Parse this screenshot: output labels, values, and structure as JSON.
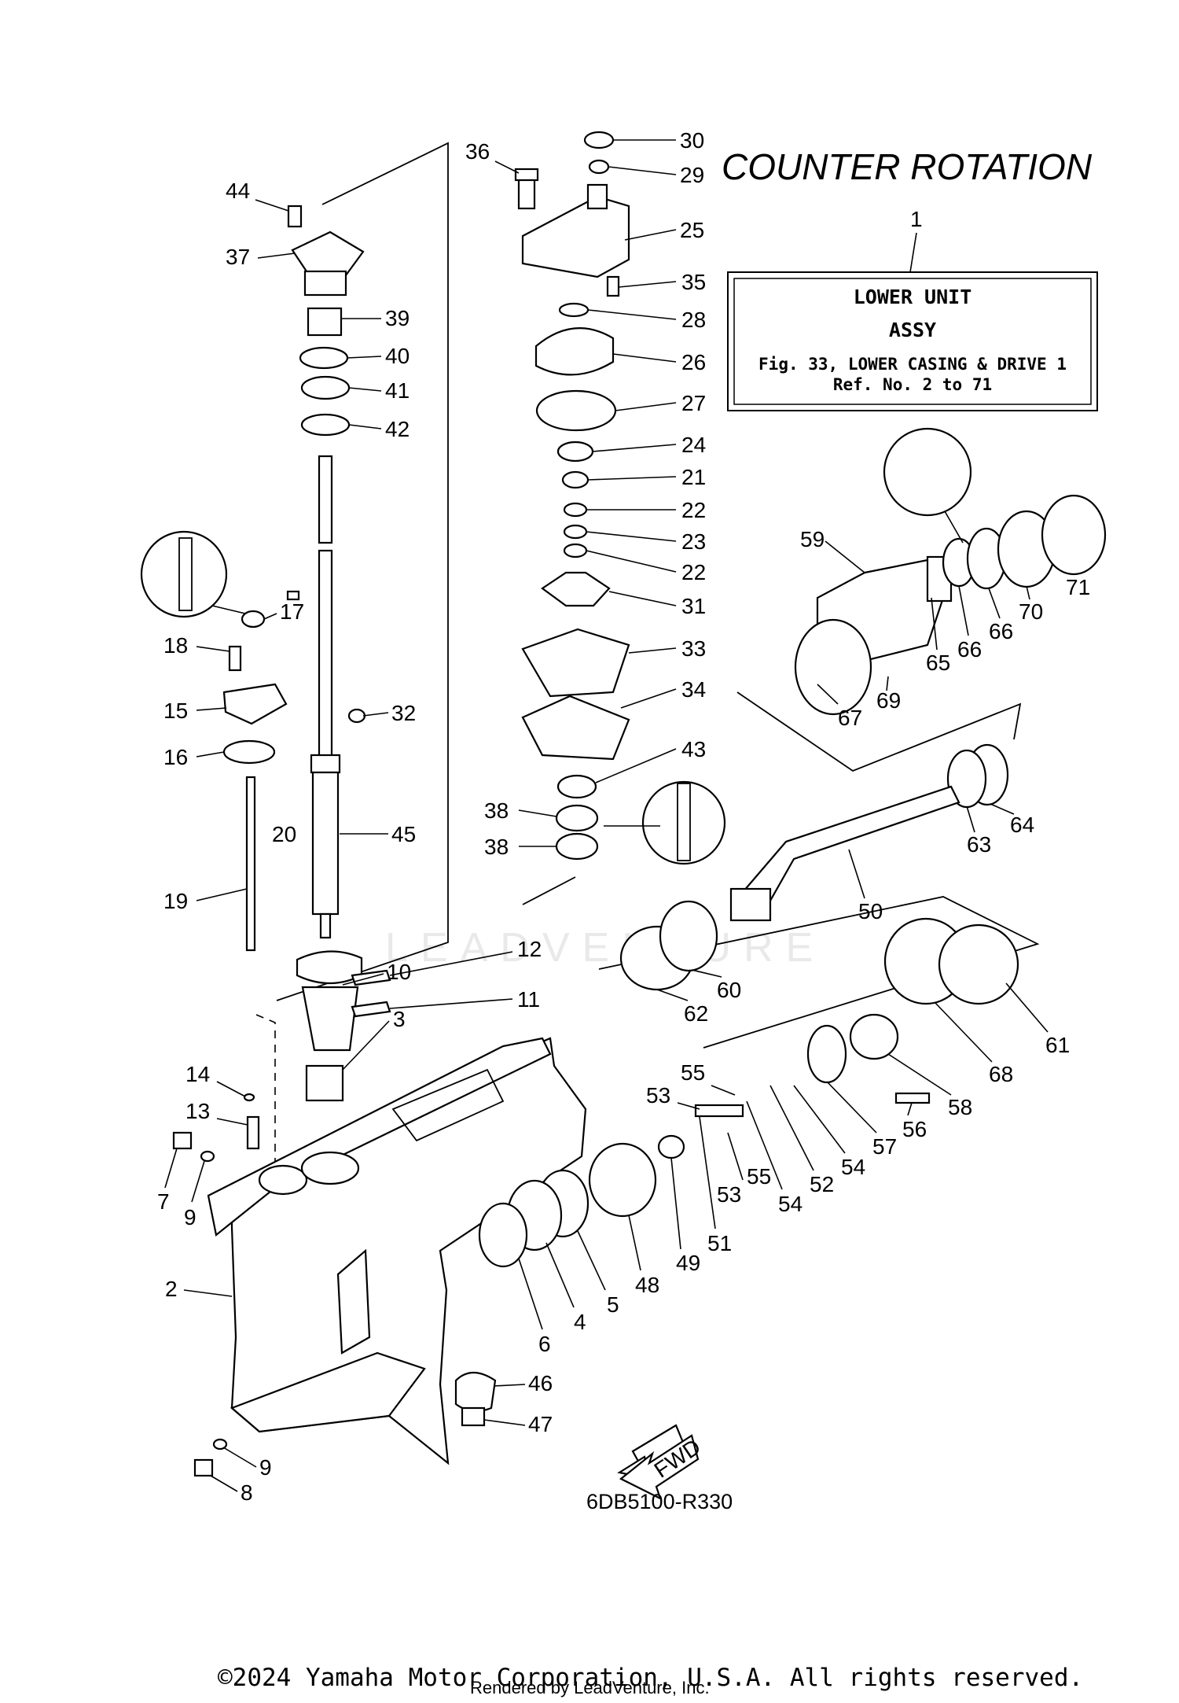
{
  "diagram": {
    "title": "COUNTER ROTATION",
    "assembly_ref": "1",
    "assembly_box": {
      "line1": "LOWER UNIT",
      "line2": "ASSY",
      "line3": "Fig. 33, LOWER CASING & DRIVE 1",
      "line4": "Ref. No. 2 to 71"
    },
    "fwd_label": "FWD",
    "drawing_code": "6DB5100-R330",
    "watermark": "LEADVENTURE",
    "copyright": "©2024 Yamaha Motor Corporation, U.S.A. All rights reserved.",
    "rendered_by": "Rendered by LeadVenture, Inc.",
    "callouts": [
      {
        "id": "c30",
        "text": "30"
      },
      {
        "id": "c29",
        "text": "29"
      },
      {
        "id": "c36",
        "text": "36"
      },
      {
        "id": "c25",
        "text": "25"
      },
      {
        "id": "c35",
        "text": "35"
      },
      {
        "id": "c28",
        "text": "28"
      },
      {
        "id": "c26",
        "text": "26"
      },
      {
        "id": "c27",
        "text": "27"
      },
      {
        "id": "c24",
        "text": "24"
      },
      {
        "id": "c21",
        "text": "21"
      },
      {
        "id": "c22a",
        "text": "22"
      },
      {
        "id": "c23",
        "text": "23"
      },
      {
        "id": "c22b",
        "text": "22"
      },
      {
        "id": "c31",
        "text": "31"
      },
      {
        "id": "c33",
        "text": "33"
      },
      {
        "id": "c34",
        "text": "34"
      },
      {
        "id": "c43",
        "text": "43"
      },
      {
        "id": "c38a",
        "text": "38"
      },
      {
        "id": "c38b",
        "text": "38"
      },
      {
        "id": "c44",
        "text": "44"
      },
      {
        "id": "c37",
        "text": "37"
      },
      {
        "id": "c39",
        "text": "39"
      },
      {
        "id": "c40",
        "text": "40"
      },
      {
        "id": "c41",
        "text": "41"
      },
      {
        "id": "c42",
        "text": "42"
      },
      {
        "id": "c17",
        "text": "17"
      },
      {
        "id": "c18",
        "text": "18"
      },
      {
        "id": "c15",
        "text": "15"
      },
      {
        "id": "c16",
        "text": "16"
      },
      {
        "id": "c32",
        "text": "32"
      },
      {
        "id": "c20",
        "text": "20"
      },
      {
        "id": "c45",
        "text": "45"
      },
      {
        "id": "c19",
        "text": "19"
      },
      {
        "id": "c10",
        "text": "10"
      },
      {
        "id": "c12",
        "text": "12"
      },
      {
        "id": "c11",
        "text": "11"
      },
      {
        "id": "c3",
        "text": "3"
      },
      {
        "id": "c14",
        "text": "14"
      },
      {
        "id": "c13",
        "text": "13"
      },
      {
        "id": "c7",
        "text": "7"
      },
      {
        "id": "c9a",
        "text": "9"
      },
      {
        "id": "c2",
        "text": "2"
      },
      {
        "id": "c9b",
        "text": "9"
      },
      {
        "id": "c8",
        "text": "8"
      },
      {
        "id": "c46",
        "text": "46"
      },
      {
        "id": "c47",
        "text": "47"
      },
      {
        "id": "c6",
        "text": "6"
      },
      {
        "id": "c4",
        "text": "4"
      },
      {
        "id": "c5",
        "text": "5"
      },
      {
        "id": "c48",
        "text": "48"
      },
      {
        "id": "c49",
        "text": "49"
      },
      {
        "id": "c51",
        "text": "51"
      },
      {
        "id": "c53a",
        "text": "53"
      },
      {
        "id": "c55a",
        "text": "55"
      },
      {
        "id": "c53b",
        "text": "53"
      },
      {
        "id": "c55b",
        "text": "55"
      },
      {
        "id": "c54a",
        "text": "54"
      },
      {
        "id": "c52",
        "text": "52"
      },
      {
        "id": "c54b",
        "text": "54"
      },
      {
        "id": "c57",
        "text": "57"
      },
      {
        "id": "c56",
        "text": "56"
      },
      {
        "id": "c58",
        "text": "58"
      },
      {
        "id": "c68",
        "text": "68"
      },
      {
        "id": "c61",
        "text": "61"
      },
      {
        "id": "c62",
        "text": "62"
      },
      {
        "id": "c60",
        "text": "60"
      },
      {
        "id": "c50",
        "text": "50"
      },
      {
        "id": "c63",
        "text": "63"
      },
      {
        "id": "c64",
        "text": "64"
      },
      {
        "id": "c59",
        "text": "59"
      },
      {
        "id": "c67",
        "text": "67"
      },
      {
        "id": "c69",
        "text": "69"
      },
      {
        "id": "c65",
        "text": "65"
      },
      {
        "id": "c66a",
        "text": "66"
      },
      {
        "id": "c66b",
        "text": "66"
      },
      {
        "id": "c70",
        "text": "70"
      },
      {
        "id": "c71",
        "text": "71"
      }
    ]
  }
}
